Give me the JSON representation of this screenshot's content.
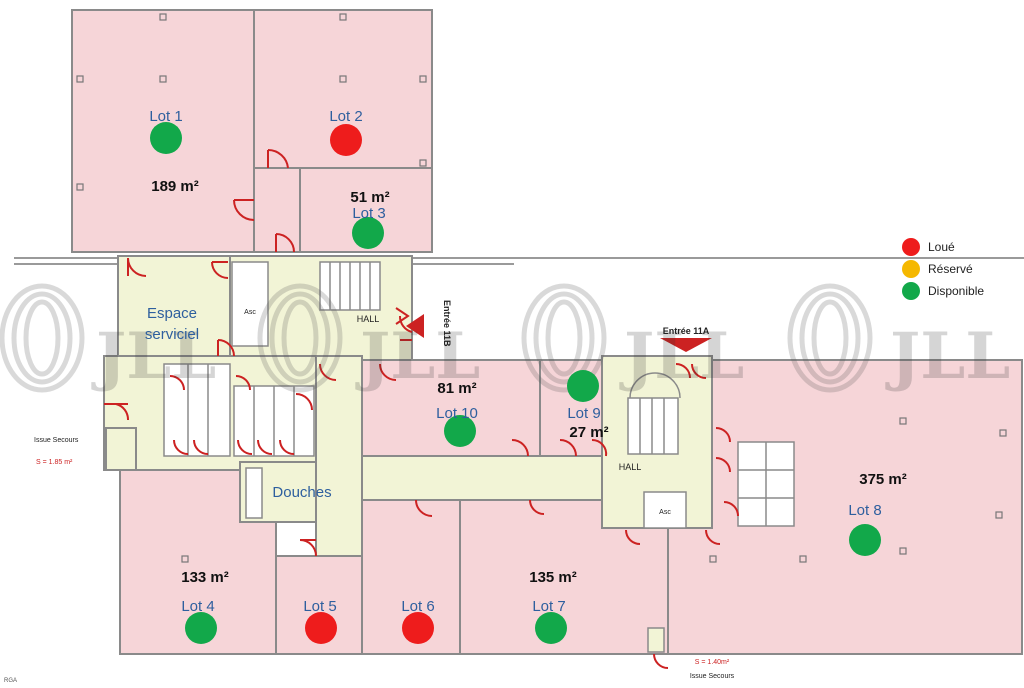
{
  "lots": [
    {
      "label": "Lot 1",
      "area": "189 m²",
      "status": "disponible"
    },
    {
      "label": "Lot 2",
      "area": "",
      "status": "loue"
    },
    {
      "label": "Lot 3",
      "area": "51 m²",
      "status": "disponible"
    },
    {
      "label": "Lot 4",
      "area": "133 m²",
      "status": "disponible"
    },
    {
      "label": "Lot 5",
      "area": "",
      "status": "loue"
    },
    {
      "label": "Lot 6",
      "area": "",
      "status": "loue"
    },
    {
      "label": "Lot 7",
      "area": "135 m²",
      "status": "disponible"
    },
    {
      "label": "Lot 8",
      "area": "375 m²",
      "status": "disponible"
    },
    {
      "label": "Lot 9",
      "area": "27 m²",
      "status": "disponible"
    },
    {
      "label": "Lot 10",
      "area": "81 m²",
      "status": "disponible"
    }
  ],
  "legend": [
    {
      "label": "Loué",
      "color": "#ee1c1c"
    },
    {
      "label": "Réservé",
      "color": "#f5b800"
    },
    {
      "label": "Disponible",
      "color": "#12a84a"
    }
  ],
  "rooms": {
    "espace_serviciel_1": "Espace",
    "espace_serviciel_2": "serviciel",
    "douches": "Douches",
    "hall_left": "HALL",
    "hall_right": "HALL",
    "asc_left": "Asc",
    "asc_right": "Asc"
  },
  "entries": {
    "entree_11b": "Entrée 11B",
    "entree_11a": "Entrée 11A"
  },
  "exits": {
    "left_label": "Issue Secours",
    "left_size": "S = 1.85 m²",
    "bottom_size": "S = 1.40m²",
    "bottom_label": "Issue Secours"
  },
  "watermark": "JLL",
  "corner_mark": "RGA",
  "colors": {
    "lot_fill": "#f6d5d8",
    "common_fill": "#f2f4d6",
    "wall": "#8a8a8a",
    "label_blue": "#2e5f9e",
    "door_red": "#cc2222"
  }
}
